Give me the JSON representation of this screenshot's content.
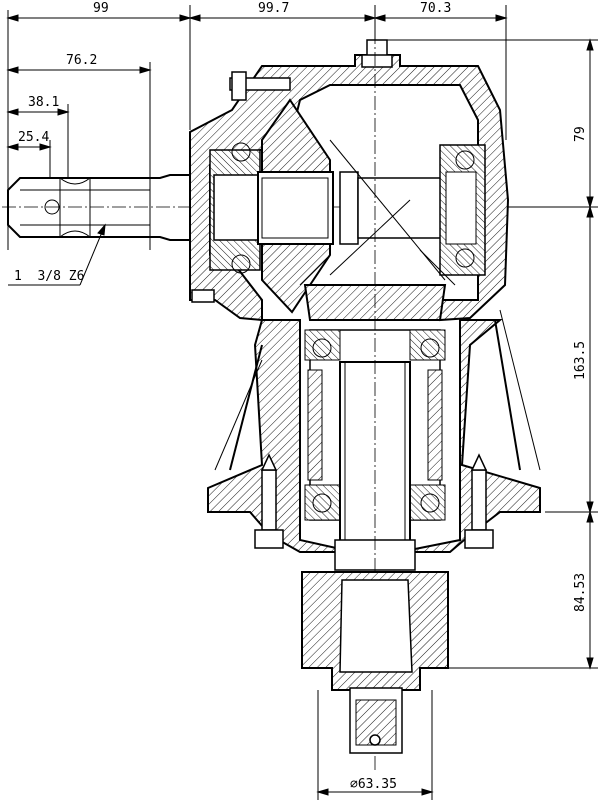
{
  "drawing": {
    "dimensions": {
      "top_left": "99",
      "top_mid": "99.7",
      "top_right": "70.3",
      "shaft_len": "76.2",
      "spline_len": "38.1",
      "key_len": "25.4",
      "spline_spec": "1  3/8 Z6",
      "right_upper": "79",
      "right_mid": "163.5",
      "right_lower": "84.53",
      "bottom_dia": "⌀63.35"
    }
  }
}
